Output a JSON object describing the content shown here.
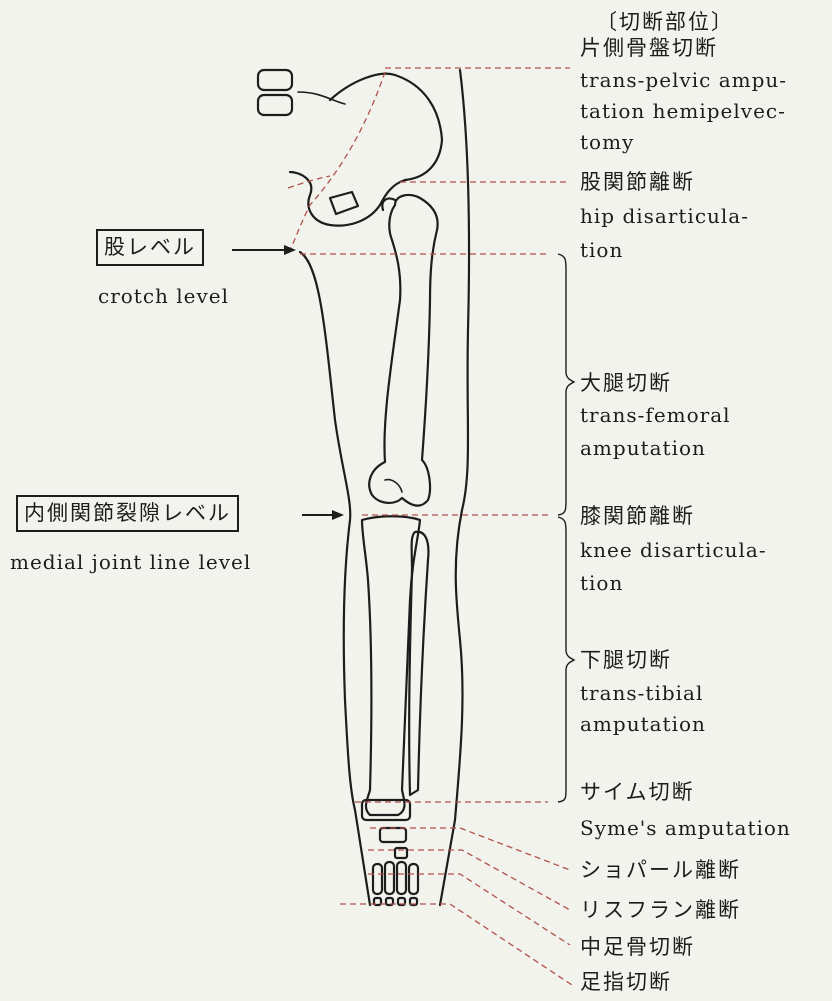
{
  "header": {
    "title": "〔切断部位〕"
  },
  "levels": {
    "transpelvic": {
      "jp": "片側骨盤切断",
      "en1": "trans-pelvic ampu-",
      "en2": "tation hemipelvec-",
      "en3": "tomy"
    },
    "hip": {
      "jp": "股関節離断",
      "en1": "hip disarticula-",
      "en2": "tion"
    },
    "transfemoral": {
      "jp": "大腿切断",
      "en1": "trans-femoral",
      "en2": "amputation"
    },
    "knee": {
      "jp": "膝関節離断",
      "en1": "knee disarticula-",
      "en2": "tion"
    },
    "transtibial": {
      "jp": "下腿切断",
      "en1": "trans-tibial",
      "en2": "amputation"
    },
    "syme": {
      "jp": "サイム切断",
      "en1": "Syme's amputation"
    },
    "chopart": {
      "jp": "ショパール離断"
    },
    "lisfranc": {
      "jp": "リスフラン離断"
    },
    "metatarsal": {
      "jp": "中足骨切断"
    },
    "toe": {
      "jp": "足指切断"
    }
  },
  "reference": {
    "crotch": {
      "box": "股レベル",
      "en": "crotch level"
    },
    "joint_line": {
      "box": "内側関節裂隙レベル",
      "en": "medial joint line level"
    }
  },
  "colors": {
    "line": "#1d1d1d",
    "dashed_guides": "#b0524a",
    "paper": "#f3f3ee"
  }
}
